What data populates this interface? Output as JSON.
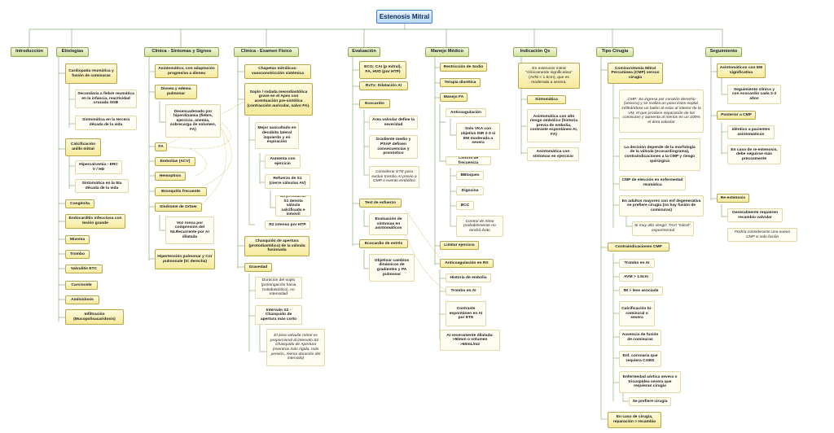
{
  "root": "Estenosis Mitral",
  "columns": {
    "introduccion": "Introducción",
    "etiologias": "Etiologías",
    "clinica_sintomas": "Clínica - Síntomas y Signos",
    "clinica_examen": "Clínica - Examen Físico",
    "evaluacion": "Evaluación",
    "manejo_medico": "Manejo Médico",
    "indicacion_qx": "Indicación Qx",
    "tipo_cirugia": "Tipo Cirugía",
    "seguimiento": "Seguimiento"
  },
  "etiologias": {
    "cardiopatia": "Cardiopatía reumática y fusión de comisuras",
    "secundaria": "Secundaria a fiebre reumática en la infancia, reactividad cruzada SGB",
    "sintomatica3": "Sintomática en la tercera década de la vida",
    "calcificacion": "Calcificación anillo mitral",
    "hipercalcemia": "Hipercalcemia - ERC V / HD",
    "sintomatica5": "Sintomática en la 5ta década de la vida",
    "congenita": "Congénita",
    "endocarditis": "Endocarditis infecciosa con lesión grande",
    "mixoma": "Mixoma",
    "trombo": "Trombo",
    "valvulitis": "Valvulitis ETC",
    "carcinoide": "Carcinoide",
    "amiloidosis": "Amiloidosis",
    "infiltracion": "Infiltración (Mucopolisacaridosis)"
  },
  "sintomas": {
    "asintomatico": "Asintomático, con adaptación progresiva a disnea",
    "disnea": "Disnea y edema pulmonar",
    "desencadenado": "Desencadenado por hiperdinamia (fiebre, ejercicio, anemia, sobrecarga de volumen, FA)",
    "fa": "FA",
    "embolias": "Embolias (ACV)",
    "hemoptisis": "Hemoptisis",
    "bronquitis": "Bronquitis frecuente",
    "ortner": "Síndrome de Ortner",
    "voz": "Voz ronca por compresión del NLRecurrente por AI dilatada",
    "hipertension": "Hipertensión pulmonar y Cor pulmonale (IC derecha)"
  },
  "examen": {
    "chapetas": "Chapetas mitrálicas: vasoconstricción sistémica",
    "soplo": "Soplo / rodada mesodiastólica grave en el Apex con acentuación pre-sistólica (contracción auricular, salvo FA).",
    "mejor": "Mejor auscultado en decúbito lateral izquierdo y en espiración",
    "aumenta": "Aumenta con ejercicio",
    "refuerzo": "Refuerzo de S1 (cierre válvulas AV)",
    "perdida": "La pérdida de S1 denota válvula calcificada e inmóvil",
    "r2": "R2 intenso por HTP",
    "chasquido": "Chasquido de apertura (protodiastólico) de la válvula fusionada",
    "gravedad": "Gravedad",
    "duracion": "Duración del soplo (prolongación hacia holodiastólico), no intensidad",
    "intervalo": "Intervalo S2 - Chasquido de apertura más corto",
    "area": "El área valvular mitral es proporcional al intervalo S2 - Chasquido de Apertura (mientras más rígida, más presión, menor duración del intervalo)"
  },
  "evaluacion": {
    "ecg": "ECG: CAI (p mitral), FA, HVD (por HTP)",
    "rxtx": "RxTx: Dilatación AI",
    "ecocardio": "Ecocardio",
    "area_val": "Área valvular define la severidad",
    "gradiente": "Gradiente medio y PSAP definen consecuencias y pronóstico",
    "considerar": "Considerar ETE para excluir trombo AI previo a CMP o evento embólico",
    "esfuerzo": "Test de esfuerzo",
    "eval_sintomas": "Evaluación de síntomas en asintomáticos",
    "eco_estres": "Ecocardio de estrés",
    "objetivar": "Objetivar cambios dinámicos de gradientes y PA pulmonar"
  },
  "manejo": {
    "restriccion": "Restricción de Sodio",
    "terapia": "Terapia diurética",
    "manejo_fa": "Manejo FA",
    "anticoag": "Anticoagulación",
    "solo_vka": "Solo VKA con objetivo INR 2-3 si EM moderada a severa",
    "control": "Control de frecuencia",
    "bbloqueo": "BBloqueo",
    "digoxina": "Digoxina",
    "bcc": "BCC",
    "control_ritmo": "Control de ritmo probablemente no tendrá éxito",
    "limitar": "Limitar ejercicio",
    "anticoag_rs": "Anticoagulación en RS",
    "historia": "Historia de embolia",
    "trombo_ai": "Trombo en AI",
    "contraste": "Contraste espontáneo en AI por ETE",
    "ai_severa": "AI severamente dilatada: >50mm o volumen >60mL/m2"
  },
  "indicacion": {
    "estenosis": "En estenosis mitral \"clínicamente significativa\" (AVM < 1.5cm), que es moderada a severa.",
    "sintomatica": "Sintomática",
    "asintomatica_alto": "Asintomática con alto riesgo embólico (historia previa de embolia, contraste espontáneo AI, FA)",
    "asintomatica_ejercicio": "Asintomática con síntomas en ejercicio"
  },
  "cirugia": {
    "comisurotomia": "Comisurotomía Mitral Percutánea (CMP) versus cirugía",
    "cmp_desc": "CMP: Se ingresa por corazón derecho (venoso) y se realiza un paso trans-septal, infiltrándose un balón al estar al interior de la VM, el que produce separación de las comisuras y aumenta al menos en un 100% el área valvular",
    "decision": "La decisión depende de la morfología de la válvula (ecocardiograma), contraindicaciones a la CMP y riesgo quirúrgico",
    "cmp_eleccion": "CMP de elección en enfermedad reumática",
    "adultos": "En adultos mayores con enf degenerativa se prefiere cirugía (no hay fusión de comisuras)",
    "muy_alto": "Si muy alto riesgo: TAVI \"mitral\", experimental",
    "contraindicaciones": "Contraindicaciones CMP",
    "trombo_ai": "Trombo en AI",
    "avm": "AVM > 1.5cm",
    "im": "IM > leve asociada",
    "calcificacion": "Calcificación bi-comisural o severa",
    "ausencia": "Ausencia de fusión de comisuras",
    "coronaria": "Enf. coronaria que requiera CABG",
    "aortica": "Enfermedad aórtica severa o tricuspídea severa que requieran cirugía",
    "prefiere": "Se prefiere cirugía",
    "caso": "En caso de cirugía, reparación > recambio"
  },
  "seguimiento": {
    "asintomaticos": "Asintomáticos con EM significativa",
    "seguimiento_clinico": "Seguimiento clínico y con ecocardio cada 2-3 años",
    "posterior": "Posterior a CMP",
    "identico": "Idéntico a pacientes asintomáticos",
    "reestenosis": "En caso de re-estenosis, debe seguirse más precozmente",
    "re_estenosis": "Re-estenosis",
    "requieren": "Generalmente requieren recambio valvular",
    "podria": "Podría considerarse una nueva CMP si solo fusión"
  }
}
